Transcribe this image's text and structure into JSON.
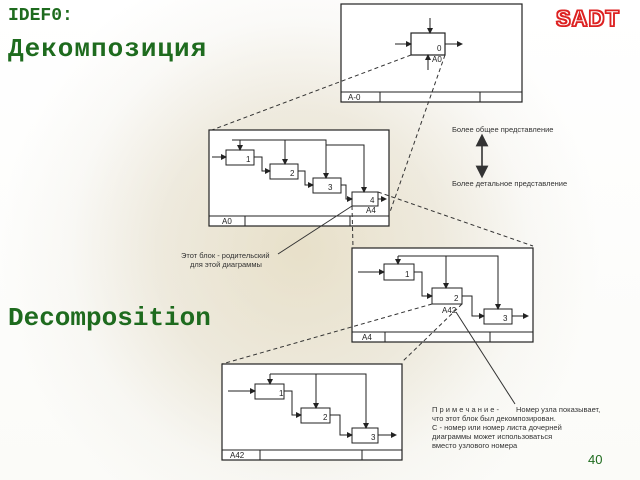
{
  "header": {
    "idef0": "IDEF0:",
    "decomp_ru": "Декомпозиция",
    "sadt": "SADT"
  },
  "footer": {
    "decomp_en": "Decomposition",
    "page_number": "40"
  },
  "diagrams": {
    "top": {
      "box_number": "0",
      "box_node": "A0",
      "frame_label": "A-0"
    },
    "a0": {
      "boxes": [
        "1",
        "2",
        "3",
        "4"
      ],
      "box4_node": "A4",
      "frame_label": "A0"
    },
    "a4": {
      "boxes": [
        "1",
        "2",
        "3"
      ],
      "box2_node": "A42",
      "frame_label": "A4"
    },
    "a42": {
      "boxes": [
        "1",
        "2",
        "3"
      ],
      "frame_label": "A42"
    }
  },
  "notes": {
    "more_general": "Более общее представление",
    "more_detailed": "Более детальное представление",
    "parent_line1": "Этот блок - родительский",
    "parent_line2": "для этой диаграммы",
    "remark_prefix": "П р и м е ч а н и е -",
    "remark_line1": "Номер узла показывает,",
    "remark_line2": "что этот блок был декомпозирован.",
    "remark_line3": "С - номер или номер листа дочерней",
    "remark_line4": "диаграммы может использоваться",
    "remark_line5": "вместо узлового номера"
  }
}
